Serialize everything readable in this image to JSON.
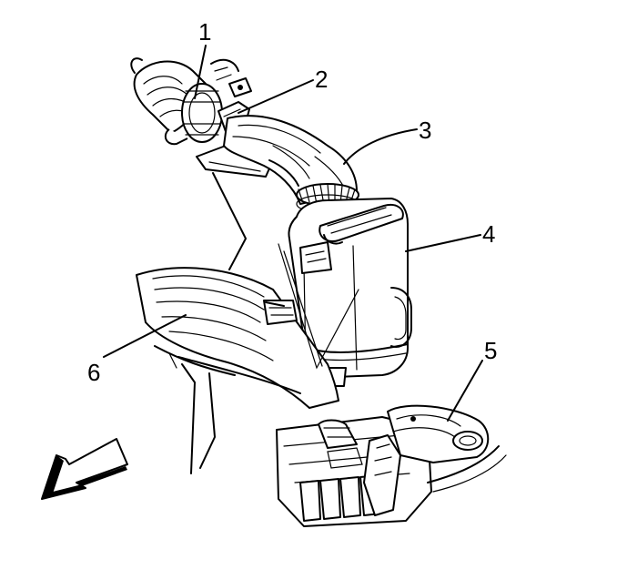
{
  "callouts": [
    {
      "id": "1",
      "label": "1"
    },
    {
      "id": "2",
      "label": "2"
    },
    {
      "id": "3",
      "label": "3"
    },
    {
      "id": "4",
      "label": "4"
    },
    {
      "id": "5",
      "label": "5"
    },
    {
      "id": "6",
      "label": "6"
    }
  ],
  "colors": {
    "ink": "#000000",
    "paper": "#ffffff"
  },
  "icons": {
    "direction": "front-arrow-icon"
  }
}
